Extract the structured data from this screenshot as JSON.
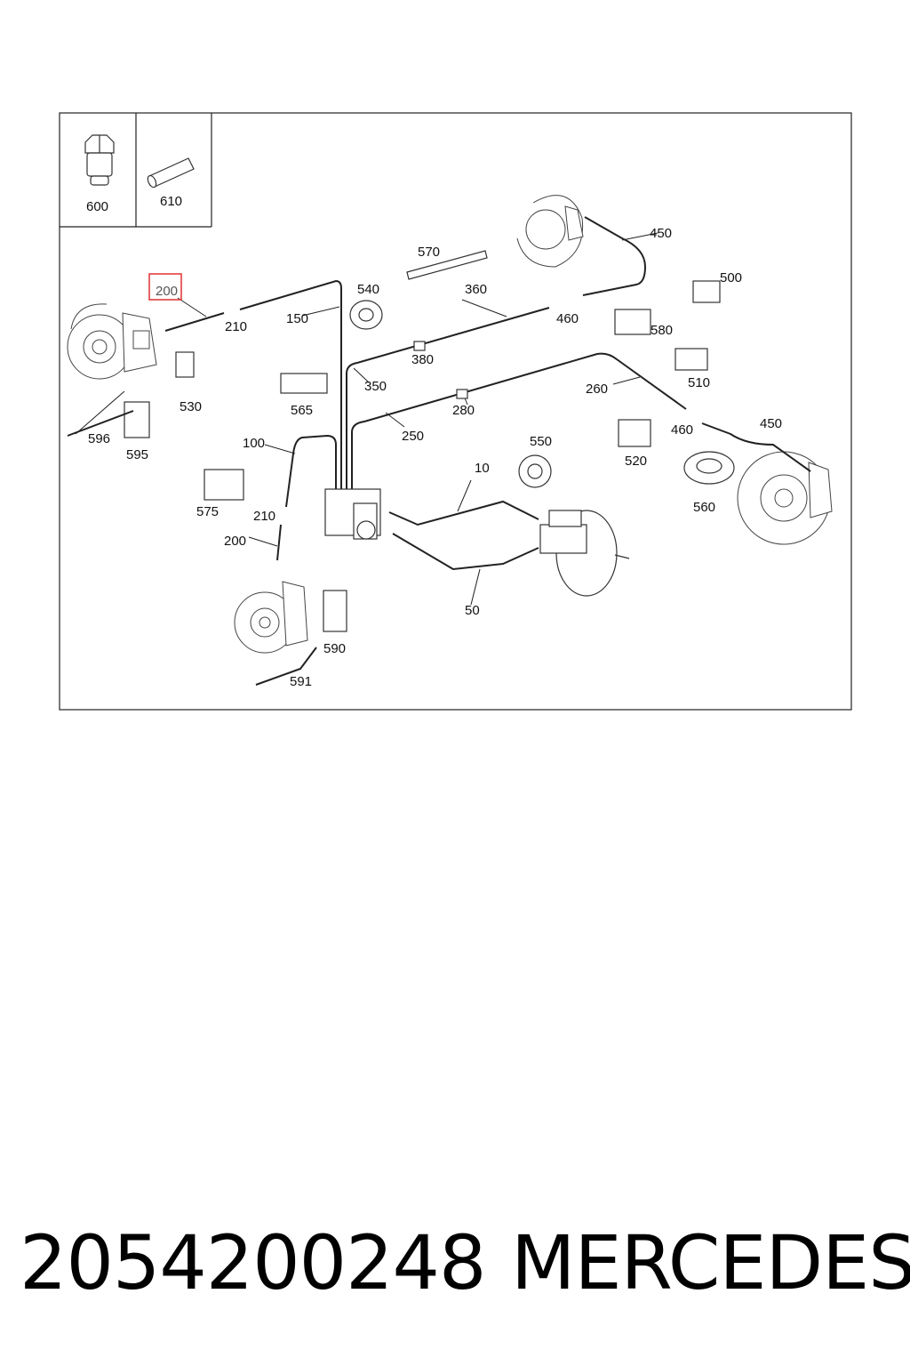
{
  "diagram": {
    "callouts": [
      "600",
      "610",
      "200",
      "210",
      "150",
      "540",
      "570",
      "360",
      "460",
      "450",
      "500",
      "580",
      "380",
      "350",
      "565",
      "530",
      "596",
      "595",
      "510",
      "260",
      "280",
      "250",
      "100",
      "460b",
      "450b",
      "550",
      "520",
      "575",
      "210b",
      "200b",
      "10",
      "560",
      "50",
      "590",
      "591"
    ],
    "labels": {
      "c600": "600",
      "c610": "610",
      "c200": "200",
      "c210": "210",
      "c150": "150",
      "c540": "540",
      "c570": "570",
      "c360": "360",
      "c460": "460",
      "c450": "450",
      "c500": "500",
      "c580": "580",
      "c380": "380",
      "c350": "350",
      "c565": "565",
      "c530": "530",
      "c596": "596",
      "c595": "595",
      "c510": "510",
      "c260": "260",
      "c280": "280",
      "c250": "250",
      "c100": "100",
      "c460b": "460",
      "c450b": "450",
      "c550": "550",
      "c520": "520",
      "c575": "575",
      "c210b": "210",
      "c200b": "200",
      "c10": "10",
      "c560": "560",
      "c50": "50",
      "c590": "590",
      "c591": "591"
    },
    "highlighted": "200",
    "highlight_color": "#e03030"
  },
  "footer": {
    "part_number": "2054200248",
    "brand": "MERCEDES"
  }
}
